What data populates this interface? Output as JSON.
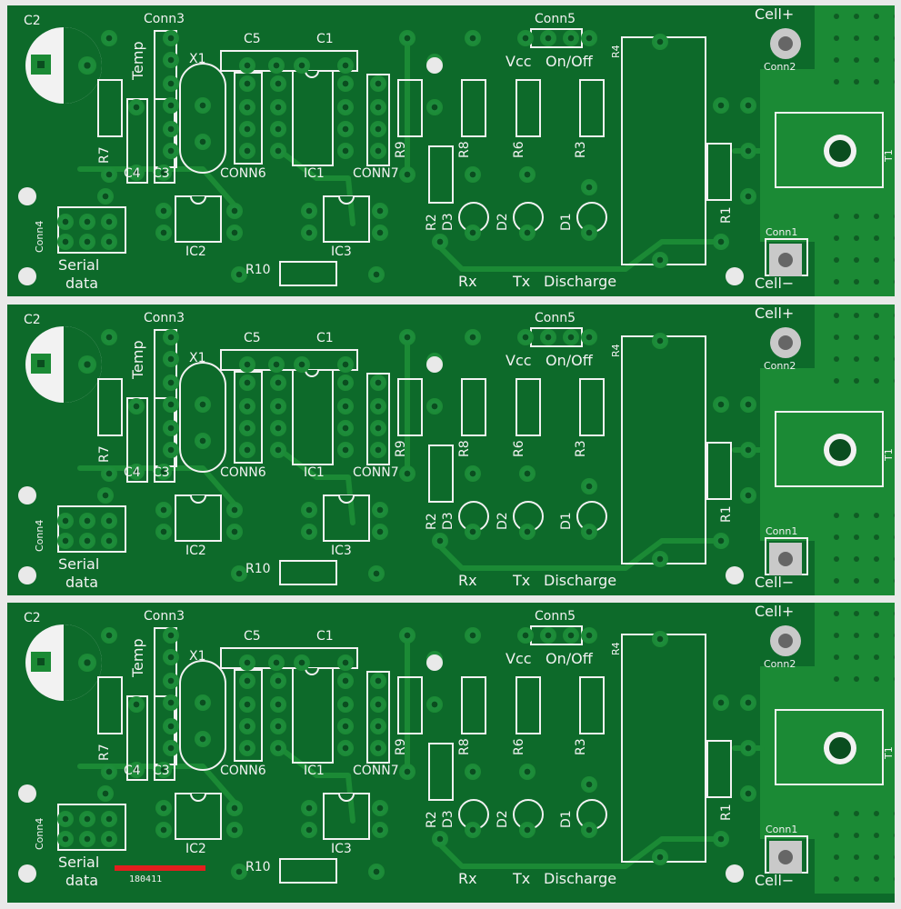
{
  "panel": {
    "boards": [
      {
        "labels": {
          "c2": "C2",
          "conn3": "Conn3",
          "temp": "Temp",
          "x1": "X1",
          "c5": "C5",
          "c1": "C1",
          "conn5": "Conn5",
          "vcc": "Vcc",
          "onoff": "On/Off",
          "cell_plus": "Cell+",
          "conn2": "Conn2",
          "r4": "R4",
          "r7": "R7",
          "c4": "C4",
          "c3": "C3",
          "conn6": "CONN6",
          "ic1": "IC1",
          "conn7": "CONN7",
          "r9": "R9",
          "r8": "R8",
          "r6": "R6",
          "r3": "R3",
          "r2": "R2",
          "d3": "D3",
          "d2": "D2",
          "d1": "D1",
          "r1": "R1",
          "t1": "T1",
          "conn4": "Conn4",
          "serial": "Serial",
          "data": "data",
          "ic2": "IC2",
          "ic3": "IC3",
          "r10": "R10",
          "rx": "Rx",
          "tx": "Tx",
          "discharge": "Discharge",
          "conn1": "Conn1",
          "cell_minus": "Cell−"
        }
      },
      {
        "labels": {
          "c2": "C2",
          "conn3": "Conn3",
          "temp": "Temp",
          "x1": "X1",
          "c5": "C5",
          "c1": "C1",
          "conn5": "Conn5",
          "vcc": "Vcc",
          "onoff": "On/Off",
          "cell_plus": "Cell+",
          "conn2": "Conn2",
          "r4": "R4",
          "r7": "R7",
          "c4": "C4",
          "c3": "C3",
          "conn6": "CONN6",
          "ic1": "IC1",
          "conn7": "CONN7",
          "r9": "R9",
          "r8": "R8",
          "r6": "R6",
          "r3": "R3",
          "r2": "R2",
          "d3": "D3",
          "d2": "D2",
          "d1": "D1",
          "r1": "R1",
          "t1": "T1",
          "conn4": "Conn4",
          "serial": "Serial",
          "data": "data",
          "ic2": "IC2",
          "ic3": "IC3",
          "r10": "R10",
          "rx": "Rx",
          "tx": "Tx",
          "discharge": "Discharge",
          "conn1": "Conn1",
          "cell_minus": "Cell−"
        }
      },
      {
        "labels": {
          "c2": "C2",
          "conn3": "Conn3",
          "temp": "Temp",
          "x1": "X1",
          "c5": "C5",
          "c1": "C1",
          "conn5": "Conn5",
          "vcc": "Vcc",
          "onoff": "On/Off",
          "cell_plus": "Cell+",
          "conn2": "Conn2",
          "r4": "R4",
          "r7": "R7",
          "c4": "C4",
          "c3": "C3",
          "conn6": "CONN6",
          "ic1": "IC1",
          "conn7": "CONN7",
          "r9": "R9",
          "r8": "R8",
          "r6": "R6",
          "r3": "R3",
          "r2": "R2",
          "d3": "D3",
          "d2": "D2",
          "d1": "D1",
          "r1": "R1",
          "t1": "T1",
          "conn4": "Conn4",
          "serial": "Serial",
          "data": "data",
          "ic2": "IC2",
          "ic3": "IC3",
          "r10": "R10",
          "rx": "Rx",
          "tx": "Tx",
          "discharge": "Discharge",
          "conn1": "Conn1",
          "cell_minus": "Cell−"
        },
        "batch_code": "180411"
      }
    ],
    "colors": {
      "board": "#0d6a2a",
      "silkscreen": "#f2f2f2",
      "pad": "#b79b5a",
      "mask_over_copper": "#1b8a35",
      "marker": "#e31e1e"
    }
  }
}
